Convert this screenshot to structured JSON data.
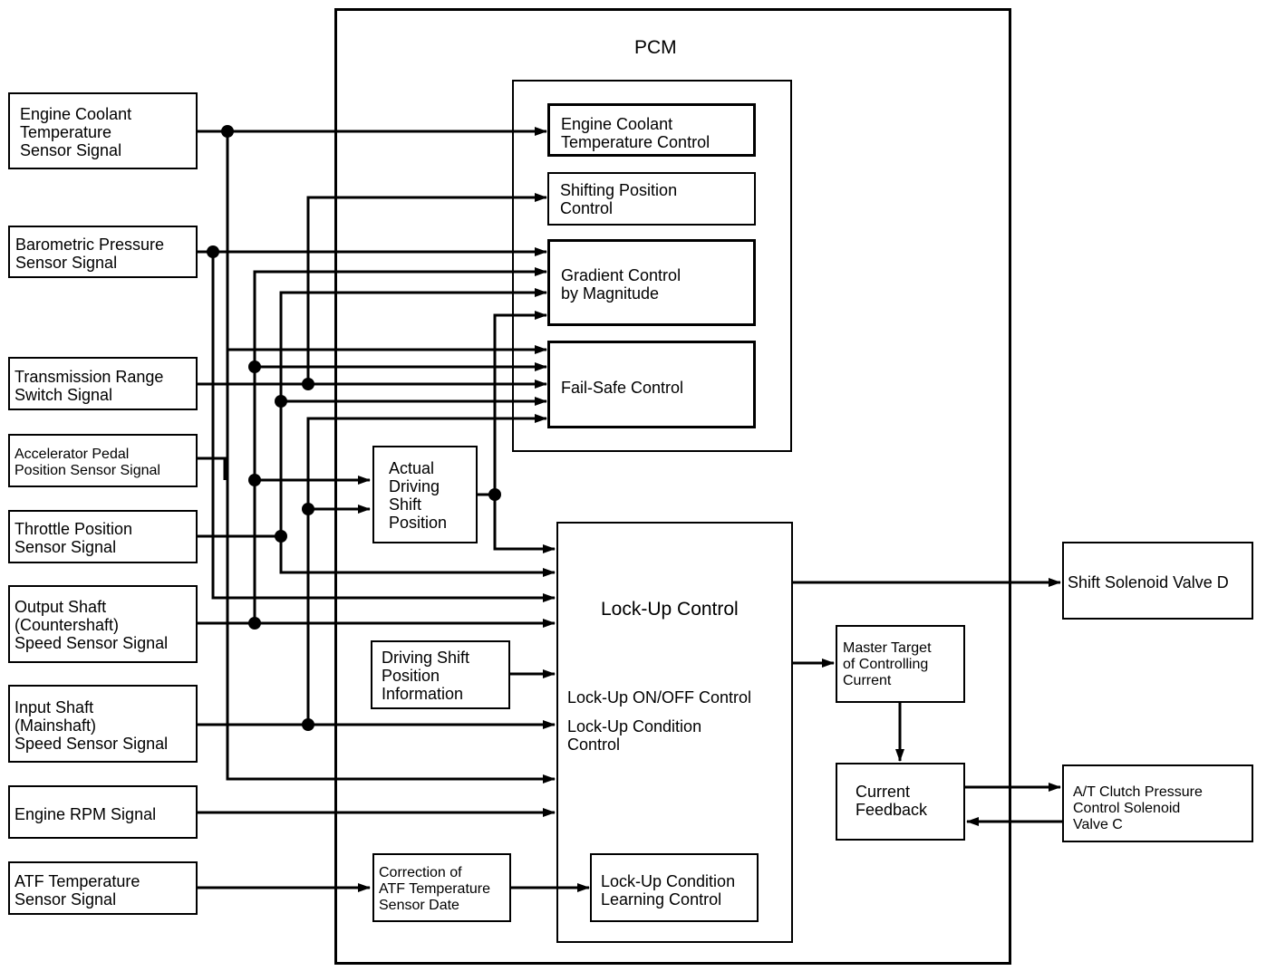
{
  "pcm_title": "PCM",
  "inputs": {
    "ect": "Engine Coolant\nTemperature\nSensor Signal",
    "baro": "Barometric Pressure\nSensor Signal",
    "trs": "Transmission Range\nSwitch Signal",
    "app": "Accelerator Pedal\nPosition Sensor Signal",
    "tps": "Throttle Position\nSensor Signal",
    "oss": "Output Shaft\n(Countershaft)\nSpeed Sensor Signal",
    "iss": "Input Shaft\n(Mainshaft)\nSpeed Sensor Signal",
    "rpm": "Engine RPM Signal",
    "atf": "ATF Temperature\nSensor Signal"
  },
  "controls": {
    "ect_control": "Engine Coolant\nTemperature Control",
    "shift_pos_control": "Shifting Position\nControl",
    "gradient_control": "Gradient Control\nby Magnitude",
    "failsafe_control": "Fail-Safe Control",
    "actual_shift": "Actual\nDriving\nShift\nPosition",
    "driving_info": "Driving Shift\nPosition\nInformation",
    "correction": "Correction of\nATF Temperature\nSensor Date",
    "lockup_title": "Lock-Up Control",
    "lockup_onoff": "Lock-Up ON/OFF Control",
    "lockup_condition": "Lock-Up Condition\nControl",
    "lockup_learning": "Lock-Up Condition\nLearning Control",
    "master_target": "Master Target\nof Controlling\nCurrent",
    "current_feedback": "Current\nFeedback"
  },
  "outputs": {
    "solenoid_d": "Shift Solenoid Valve D",
    "solenoid_c": "A/T Clutch Pressure\nControl Solenoid\nValve C"
  }
}
